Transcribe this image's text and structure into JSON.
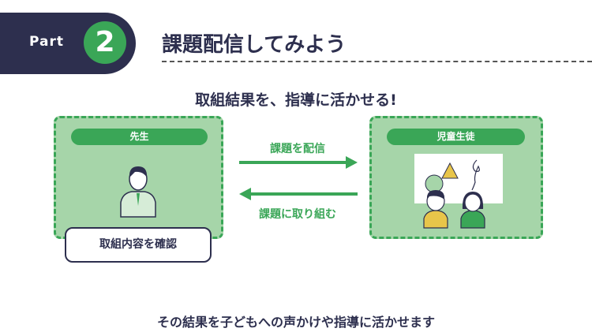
{
  "header": {
    "part_label": "Part",
    "part_number": "2",
    "title": "課題配信してみよう"
  },
  "subtitle": "取組結果を、指導に活かせる!",
  "teacher_box": {
    "label": "先生",
    "bubble": "取組内容を確認"
  },
  "student_box": {
    "label": "児童生徒"
  },
  "arrows": {
    "to_students": "課題を配信",
    "to_teacher": "課題に取り組む"
  },
  "footer": "その結果を子どもへの声かけや指導に活かせます",
  "colors": {
    "navy": "#2d2f4e",
    "green": "#3aa657",
    "light_green": "#a6d5a9",
    "yellow": "#e8c54a"
  }
}
